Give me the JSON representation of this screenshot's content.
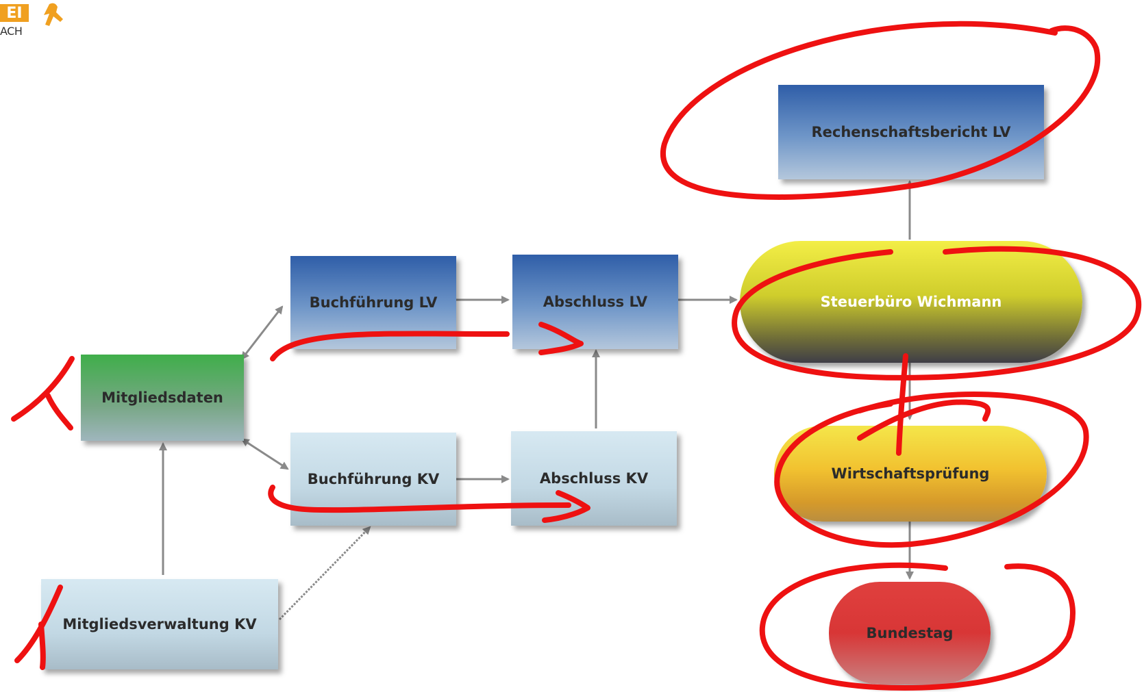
{
  "logo": {
    "tile_text": "EI",
    "text": "ACH"
  },
  "nodes": {
    "mitgliedsdaten": "Mitgliedsdaten",
    "mitgliedsverwaltung_kv": "Mitgliedsverwaltung KV",
    "buchfuehrung_lv": "Buchführung LV",
    "buchfuehrung_kv": "Buchführung KV",
    "abschluss_lv": "Abschluss LV",
    "abschluss_kv": "Abschluss KV",
    "steuerbuero": "Steuerbüro Wichmann",
    "rechenschaftsbericht": "Rechenschaftsbericht LV",
    "wirtschaftspruefung": "Wirtschaftsprüfung",
    "bundestag": "Bundestag"
  },
  "colors": {
    "annotation": "#ee1111",
    "arrow": "#8a8a8a",
    "logo": "#f0a020"
  }
}
